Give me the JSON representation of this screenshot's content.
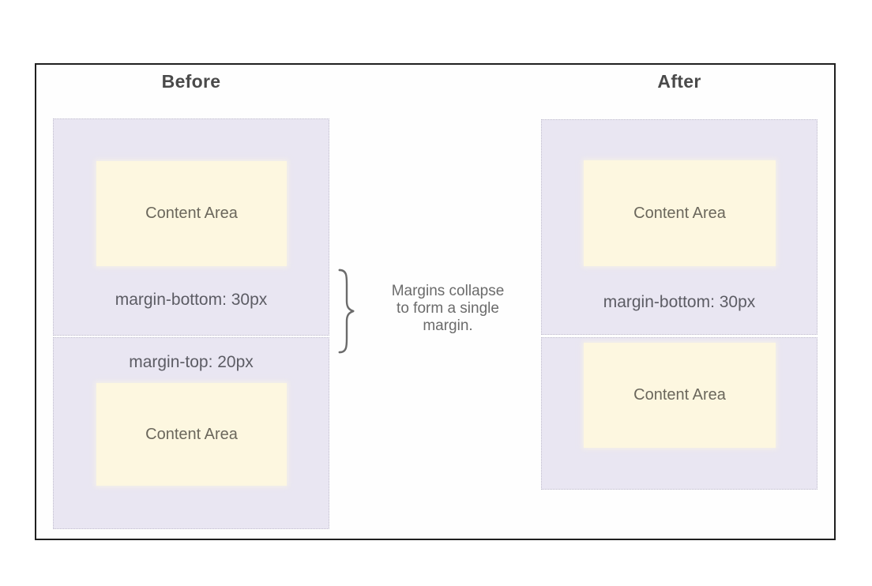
{
  "diagram": {
    "before": {
      "title": "Before",
      "box1": {
        "content_label": "Content Area",
        "margin_label": "margin-bottom: 30px"
      },
      "box2": {
        "margin_label": "margin-top: 20px",
        "content_label": "Content Area"
      }
    },
    "after": {
      "title": "After",
      "box1": {
        "content_label": "Content Area",
        "margin_label": "margin-bottom: 30px"
      },
      "box2": {
        "content_label": "Content Area"
      }
    },
    "annotation": {
      "lines": [
        "Margins collapse",
        "to form a single",
        "margin."
      ]
    },
    "colors": {
      "margin_area_bg": "#e9e6f2",
      "content_area_bg": "#fdf7e0",
      "frame_border": "#1f1f1f",
      "dashed_border": "#c3c0cf",
      "title_text": "#4a4a4a",
      "label_text": "#5c5c64",
      "annotation_text": "#6b6b6b"
    }
  }
}
